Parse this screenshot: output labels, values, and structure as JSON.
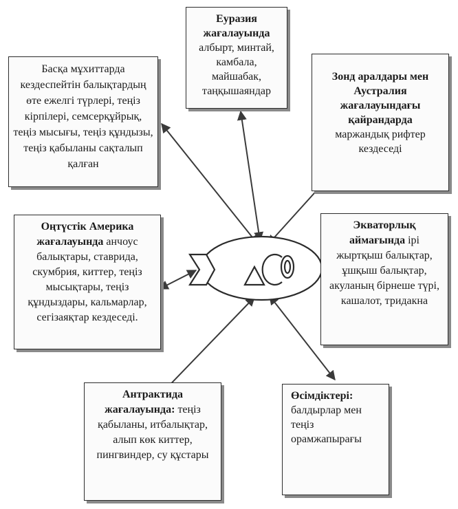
{
  "diagram": {
    "boxes": {
      "eurasia": {
        "bold": "Еуразия жағалауында",
        "text": "албырт, минтай, камбала, майшабак, таңқышаяндар"
      },
      "other_oceans": {
        "bold": "",
        "text": "Басқа мұхиттарда кездеспейтін балықтардың өте ежелгі түрлері, теңіз кірпілері, семсерқұйрық, теңіз мысығы, теңіз құндызы, теңіз қабыланы сақталып қалған"
      },
      "sunda": {
        "bold": "Зонд аралдары мен Аустралия жағалауындағы қайрандарда",
        "text": "маржандық рифтер кездеседі"
      },
      "south_america": {
        "bold": "Оңтүстік Америка жағалауында",
        "text": "анчоус балықтары, ставрида, скумбрия, киттер, теңіз мысықтары, теңіз құндыздары, кальмарлар, сегізаяқтар кездеседі."
      },
      "equatorial": {
        "bold": "Экваторлық аймағында",
        "text": "ірі жыртқыш балықтар, ұшқыш балықтар, акуланың бірнеше түрі, кашалот, тридакна"
      },
      "antarctica": {
        "bold": "Антрактида жағалауында:",
        "text": "теңіз қабыланы, итбалықтар, алып көк киттер, пингвиндер, су құстары"
      },
      "plants": {
        "bold": "Өсімдіктері:",
        "text": "балдырлар мен теңіз орамжапырағы"
      }
    }
  }
}
